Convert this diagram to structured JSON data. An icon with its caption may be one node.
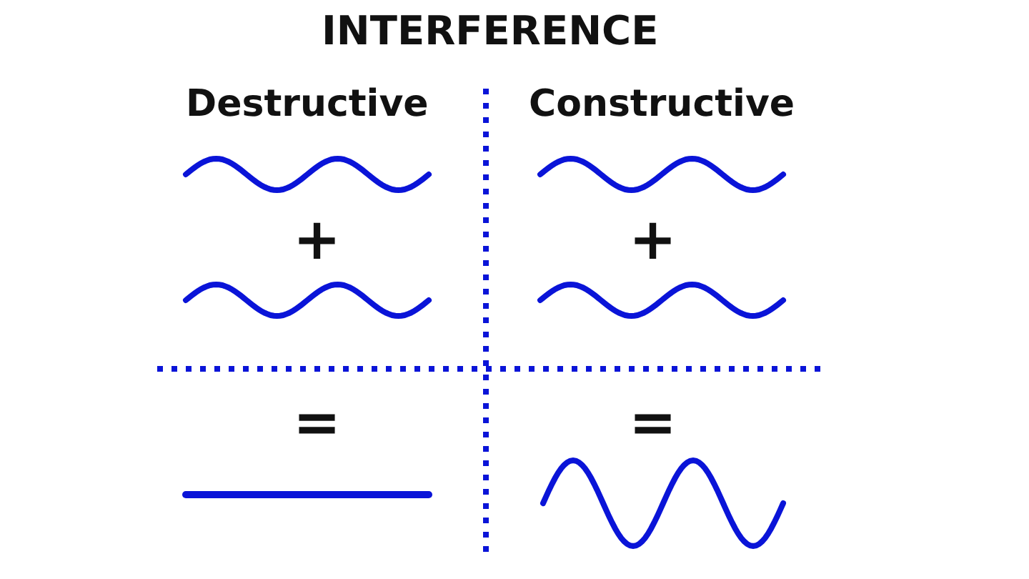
{
  "diagram": {
    "title": "INTERFERENCE",
    "labels": [
      "Destructive",
      "Constructive",
      "+",
      "+",
      "=",
      "="
    ]
  }
}
